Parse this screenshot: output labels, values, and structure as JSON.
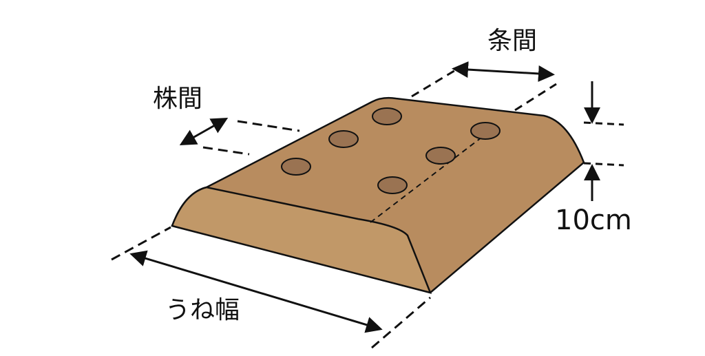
{
  "labels": {
    "row_spacing": "条間",
    "plant_spacing": "株間",
    "height": "10cm",
    "ridge_width": "うね幅"
  },
  "colors": {
    "ridge_top": "#b88c5f",
    "ridge_front": "#c19868",
    "hole": "#9a7352",
    "outline": "#111111"
  }
}
